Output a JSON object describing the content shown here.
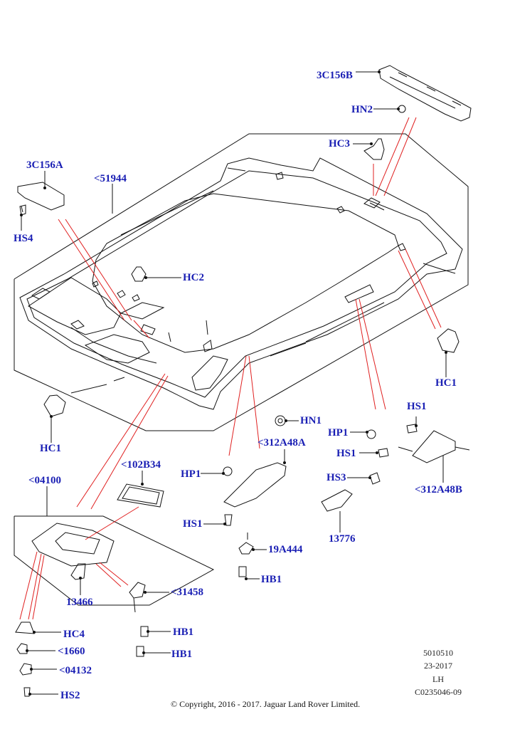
{
  "callouts": {
    "c3C156B": "3C156B",
    "cHN2": "HN2",
    "cHC3": "HC3",
    "c3C156A": "3C156A",
    "c51944": "<51944",
    "cHS4": "HS4",
    "cHC2": "HC2",
    "cHC1_right": "HC1",
    "cHC1_left": "HC1",
    "cHN1": "HN1",
    "cHS1_a": "HS1",
    "cHP1_a": "HP1",
    "c312A48A": "<312A48A",
    "cHS1_b": "HS1",
    "cHP1_b": "HP1",
    "cHS3": "HS3",
    "c312A48B": "<312A48B",
    "c102B34": "<102B34",
    "c04100": "<04100",
    "cHS1_c": "HS1",
    "c19A444": "19A444",
    "c13776": "13776",
    "cHB1_a": "HB1",
    "c31458": "<31458",
    "c13466": "13466",
    "cHC4": "HC4",
    "cHB1_b": "HB1",
    "c1660": "<1660",
    "cHB1_c": "HB1",
    "c04132": "<04132",
    "cHS2": "HS2"
  },
  "meta": {
    "code": "5010510",
    "date": "23-2017",
    "side": "LH",
    "ref": "C0235046-09"
  },
  "copyright": "© Copyright, 2016 - 2017. Jaguar Land Rover Limited.",
  "colors": {
    "label": "#1a1fb4",
    "leader": "#e02020",
    "line": "#111111"
  }
}
